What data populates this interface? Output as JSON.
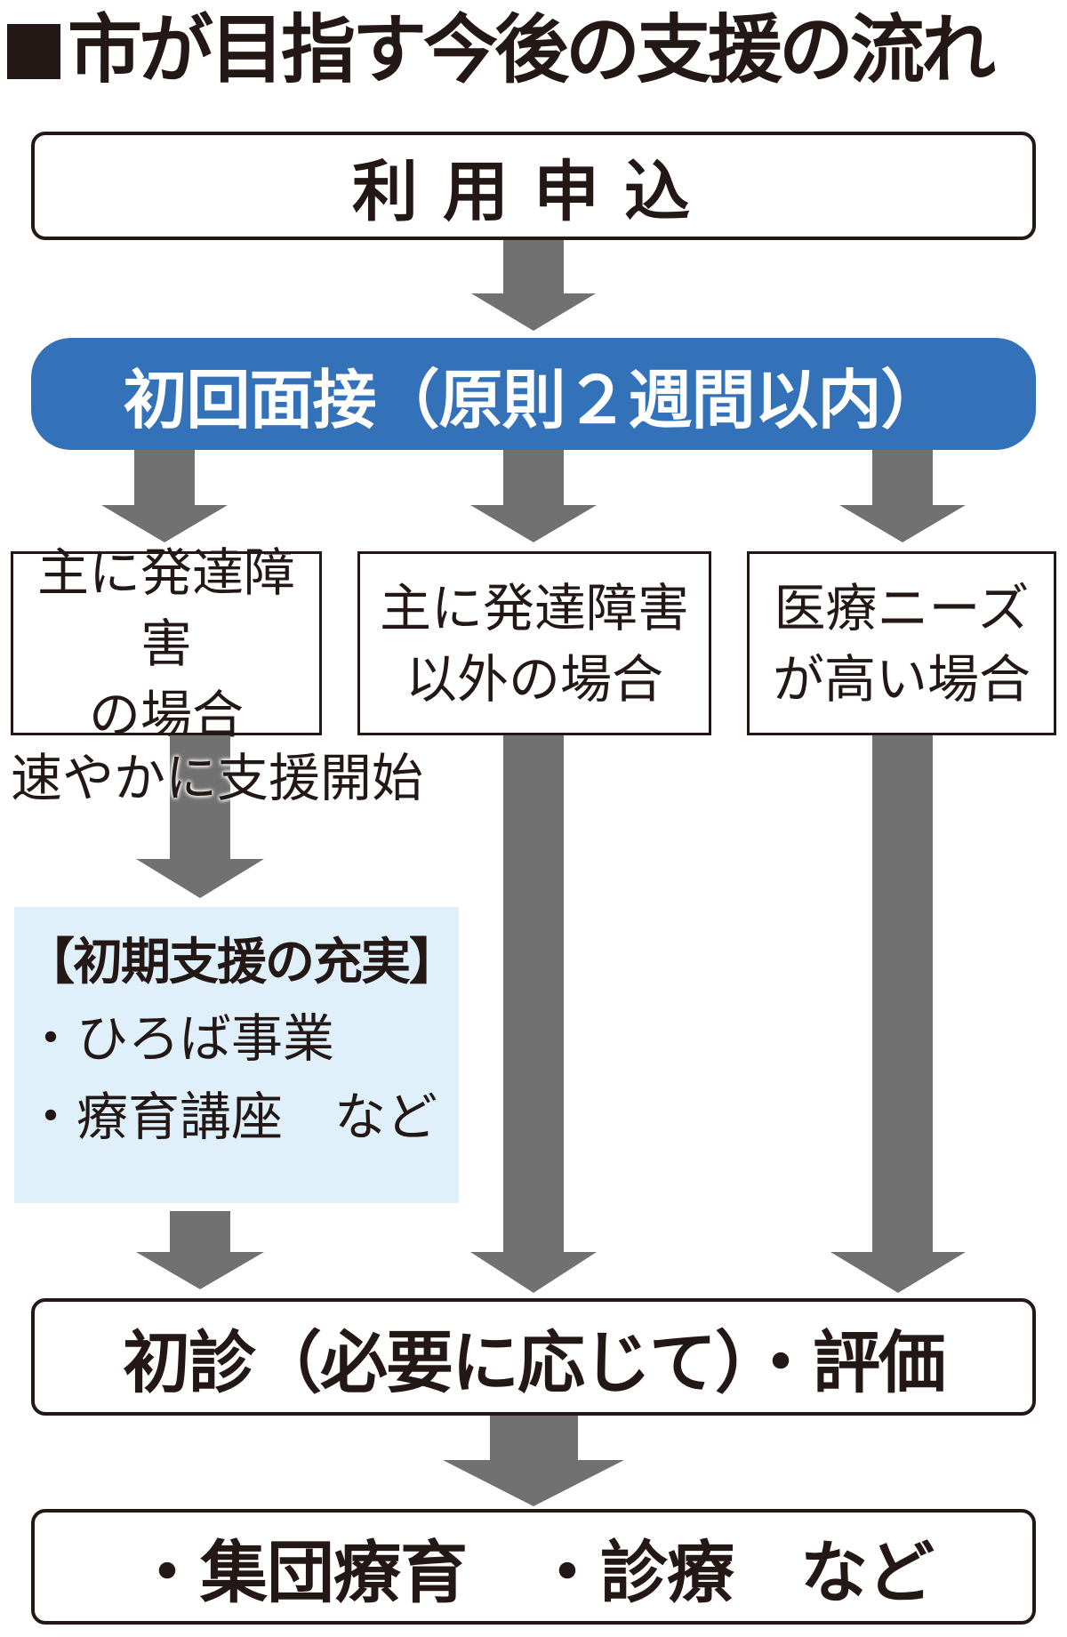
{
  "title": {
    "marker": "■",
    "text": "市が目指す今後の支援の流れ"
  },
  "colors": {
    "accent_blue": "#3371b9",
    "arrow_gray": "#727171",
    "highlight_light_blue": "#dff0fa",
    "ink": "#231815"
  },
  "steps": {
    "application": "利用申込",
    "initial_interview": "初回面接（原則２週間以内）",
    "branches": [
      {
        "lines": [
          "主に発達障害",
          "の場合"
        ]
      },
      {
        "lines": [
          "主に発達障害",
          "以外の場合"
        ]
      },
      {
        "lines": [
          "医療ニーズ",
          "が高い場合"
        ]
      }
    ],
    "quick_start_note": "速やかに支援開始",
    "early_support": {
      "heading": "【初期支援の充実】",
      "items": [
        "・ひろば事業",
        "・療育講座　など"
      ]
    },
    "evaluation": "初診（必要に応じて）・評価",
    "final": "・集団療育　・診療　など"
  }
}
